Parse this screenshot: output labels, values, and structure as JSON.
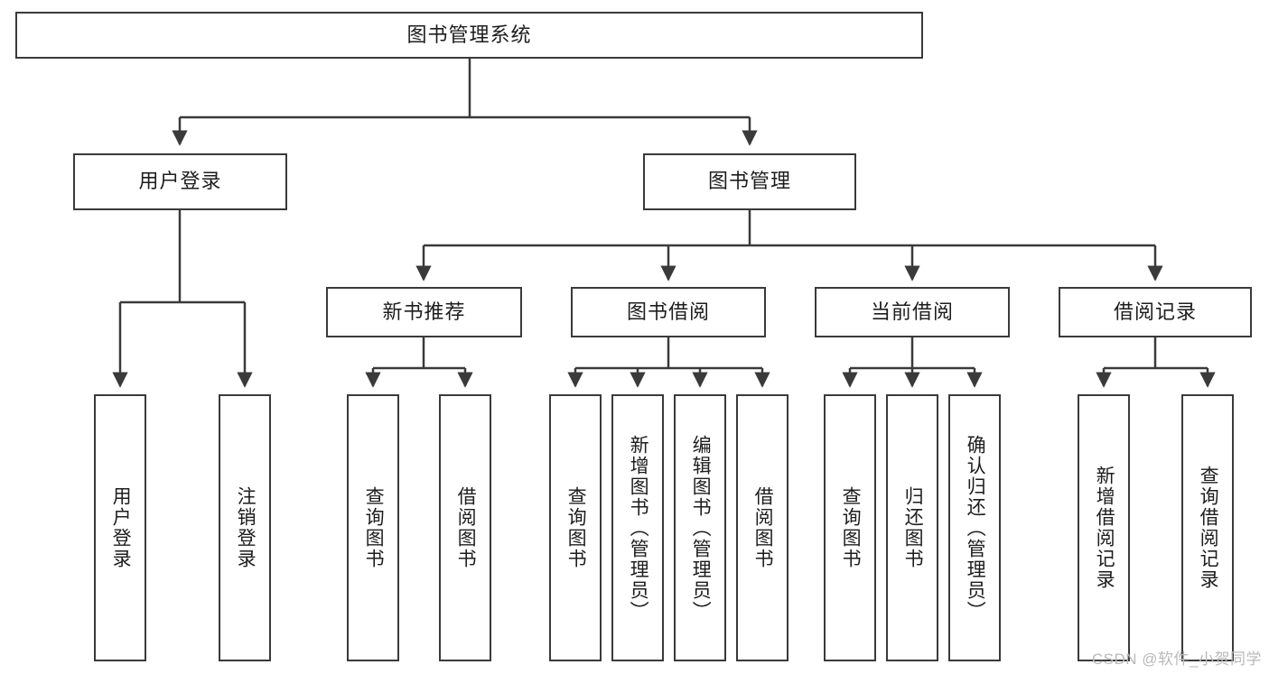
{
  "diagram": {
    "type": "tree",
    "title": "图书管理系统",
    "root": {
      "label": "图书管理系统"
    },
    "level2": [
      {
        "label": "用户登录"
      },
      {
        "label": "图书管理"
      }
    ],
    "level3": [
      {
        "label": "新书推荐"
      },
      {
        "label": "图书借阅"
      },
      {
        "label": "当前借阅"
      },
      {
        "label": "借阅记录"
      }
    ],
    "leaves": {
      "user_login": [
        "用户登录",
        "注销登录"
      ],
      "new_book_recommend": [
        "查询图书",
        "借阅图书"
      ],
      "book_borrow": [
        "查询图书",
        "新增图书（管理员）",
        "编辑图书（管理员）",
        "借阅图书"
      ],
      "current_borrow": [
        "查询图书",
        "归还图书",
        "确认归还（管理员）"
      ],
      "borrow_record": [
        "新增借阅记录",
        "查询借阅记录"
      ]
    }
  },
  "watermark": {
    "text": "CSDN @软件_小贺同学"
  },
  "colors": {
    "border": "#3a3a3a",
    "text": "#1d1d1d",
    "background": "#ffffff",
    "watermark": "#b9b9b9"
  }
}
